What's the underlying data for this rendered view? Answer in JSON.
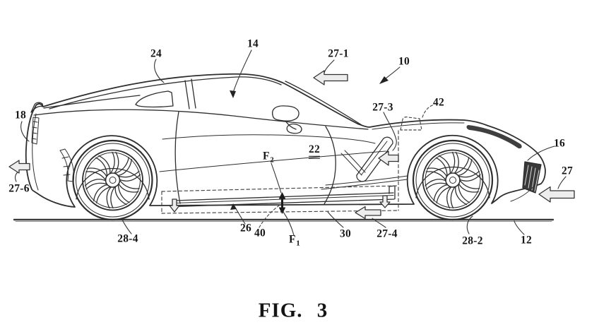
{
  "figure": {
    "caption": "FIG. 3"
  },
  "colors": {
    "ink": "#2e2e2e",
    "background": "#ffffff",
    "arrow_fill": "#ededed"
  },
  "labels": {
    "n24": "24",
    "n14": "14",
    "n27_1": "27-1",
    "n10": "10",
    "n27_3": "27-3",
    "n42": "42",
    "n22": "22",
    "n18": "18",
    "n27_6": "27-6",
    "n28_4": "28-4",
    "n26": "26",
    "n40": "40",
    "n30": "30",
    "n27_4": "27-4",
    "n28_2": "28-2",
    "n12": "12",
    "n16": "16",
    "n27": "27",
    "F1": {
      "base": "F",
      "sub": "1"
    },
    "F2": {
      "base": "F",
      "sub": "2"
    }
  }
}
